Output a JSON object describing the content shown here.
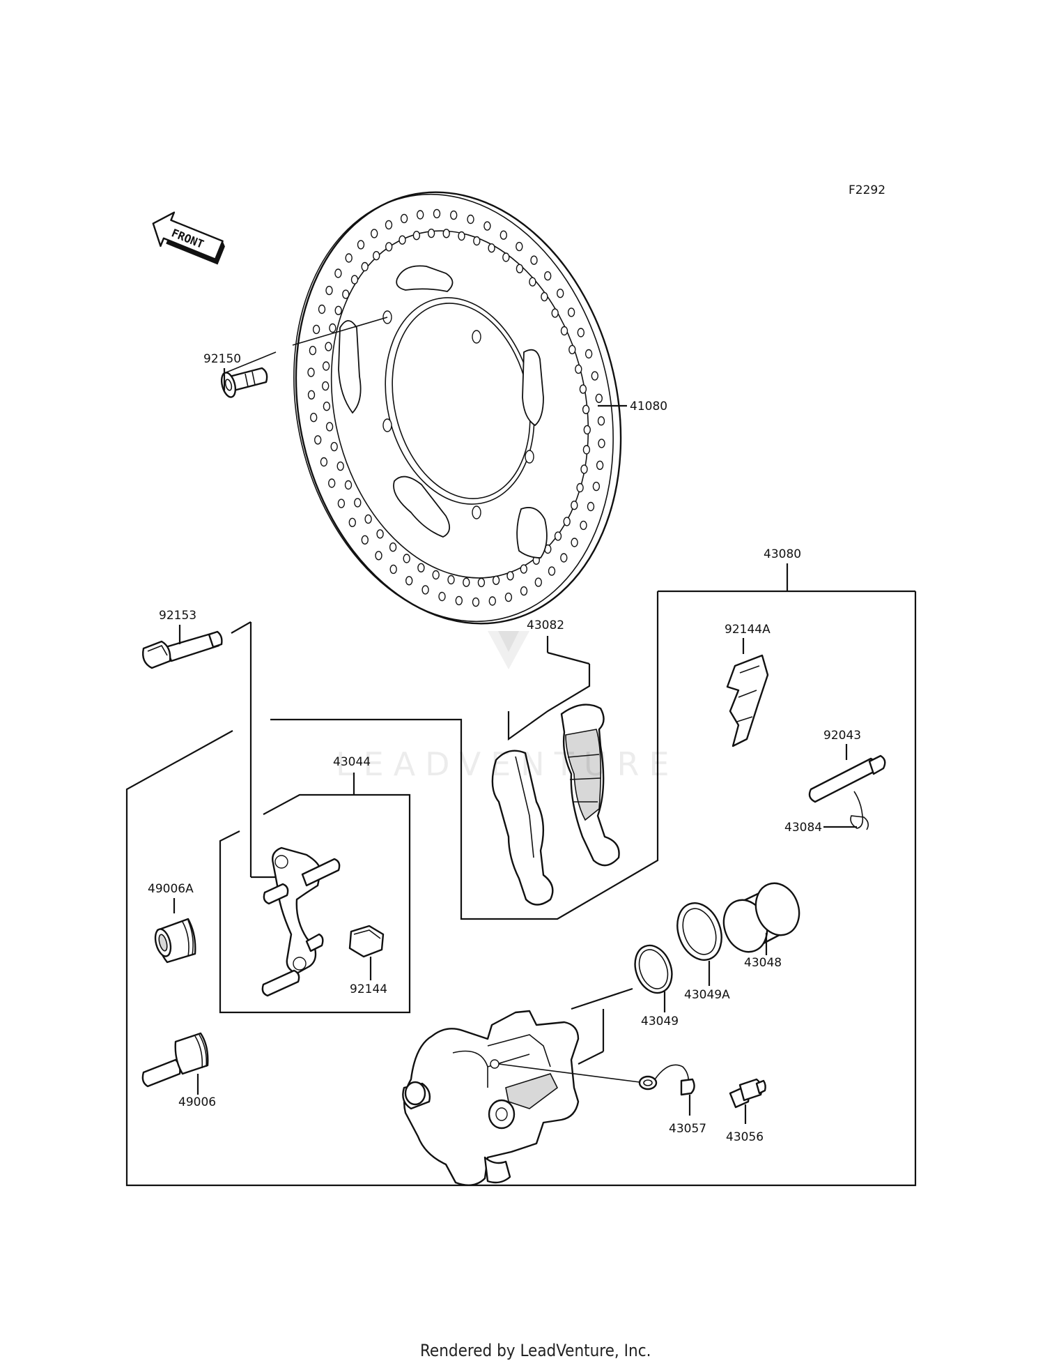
{
  "diagram_code": "F2292",
  "front_arrow_text": "FRONT",
  "watermark_text": "LEADVENTURE",
  "footer_text": "Rendered by LeadVenture, Inc.",
  "parts": {
    "p92150": "92150",
    "p41080": "41080",
    "p43080": "43080",
    "p92153": "92153",
    "p43082": "43082",
    "p92144A": "92144A",
    "p92043": "92043",
    "p43084": "43084",
    "p43044": "43044",
    "p49006A": "49006A",
    "p92144": "92144",
    "p43048": "43048",
    "p43049A": "43049A",
    "p43049": "43049",
    "p49006": "49006",
    "p43057": "43057",
    "p43056": "43056"
  }
}
